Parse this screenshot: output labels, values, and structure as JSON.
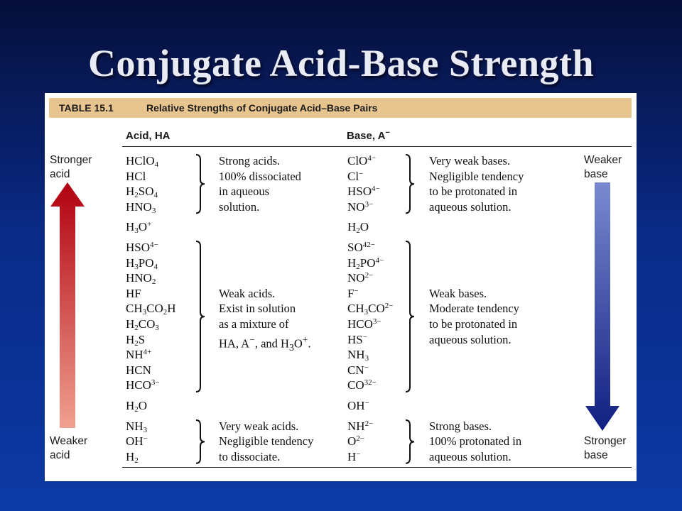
{
  "slide": {
    "title": "Conjugate Acid-Base Strength"
  },
  "table": {
    "number": "TABLE 15.1",
    "caption": "Relative Strengths of Conjugate Acid–Base Pairs",
    "acid_header": "Acid, HA",
    "base_header": "Base, A−",
    "left_top_label": "Stronger acid",
    "left_bottom_label": "Weaker acid",
    "right_top_label": "Weaker base",
    "right_bottom_label": "Stronger base",
    "groups": [
      {
        "acids": [
          "HClO4",
          "HCl",
          "H2SO4",
          "HNO3"
        ],
        "bases": [
          "ClO4−",
          "Cl−",
          "HSO4−",
          "NO3−"
        ],
        "acid_desc": [
          "Strong acids.",
          "100% dissociated",
          "in aqueous",
          "solution."
        ],
        "base_desc": [
          "Very weak bases.",
          "Negligible tendency",
          "to be protonated in",
          "aqueous solution."
        ]
      },
      {
        "acids": [
          "H3O+"
        ],
        "bases": [
          "H2O"
        ]
      },
      {
        "acids": [
          "HSO4−",
          "H3PO4",
          "HNO2",
          "HF",
          "CH3CO2H",
          "H2CO3",
          "H2S",
          "NH4+",
          "HCN",
          "HCO3−"
        ],
        "bases": [
          "SO42−",
          "H2PO4−",
          "NO2−",
          "F−",
          "CH3CO2−",
          "HCO3−",
          "HS−",
          "NH3",
          "CN−",
          "CO32−"
        ],
        "acid_desc": [
          "Weak acids.",
          "Exist in solution",
          "as a mixture of",
          "HA, A−, and H3O+."
        ],
        "base_desc": [
          "Weak bases.",
          "Moderate tendency",
          "to be protonated in",
          "aqueous solution."
        ]
      },
      {
        "acids": [
          "H2O"
        ],
        "bases": [
          "OH−"
        ]
      },
      {
        "acids": [
          "NH3",
          "OH−",
          "H2"
        ],
        "bases": [
          "NH2−",
          "O2−",
          "H−"
        ],
        "acid_desc": [
          "Very weak acids.",
          "Negligible tendency",
          "to dissociate."
        ],
        "base_desc": [
          "Strong bases.",
          "100% protonated in",
          "aqueous solution."
        ]
      }
    ]
  },
  "colors": {
    "caption_bar": "#e8c48f",
    "acid_arrow_top": "#b00010",
    "acid_arrow_bottom": "#f0a090",
    "base_arrow_top": "#7a8ad0",
    "base_arrow_bottom": "#101e80"
  }
}
